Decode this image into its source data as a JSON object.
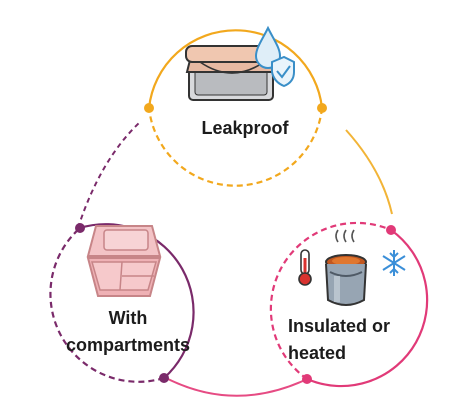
{
  "nodes": {
    "leakproof": {
      "label": "Leakproof",
      "color": "#f2a81d",
      "icon": "lunchbox-with-droplet-shield-icon"
    },
    "compartments": {
      "label_line1": "With",
      "label_line2": "compartments",
      "color": "#7a2a6a",
      "icon": "compartment-bento-box-icon"
    },
    "insulated": {
      "label_line1": "Insulated or",
      "label_line2": "heated",
      "color": "#e13a78",
      "icons": [
        "thermometer-icon",
        "food-jar-icon",
        "snowflake-icon"
      ]
    }
  }
}
